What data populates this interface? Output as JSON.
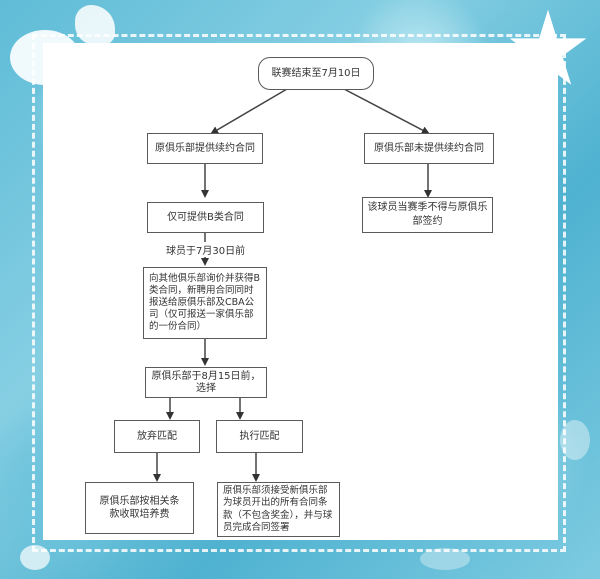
{
  "diagram": {
    "type": "flowchart",
    "nodes": {
      "start": "联赛结束至7月10日",
      "offer_renewal": "原俱乐部提供续约合同",
      "no_renewal": "原俱乐部未提供续约合同",
      "no_sign": "该球员当赛季不得与原俱乐部签约",
      "only_b": "仅可提供B类合同",
      "inquire": "向其他俱乐部询价并获得B类合同，新聘用合同同时报送给原俱乐部及CBA公司（仅可报送一家俱乐部的一份合同）",
      "choose": "原俱乐部于8月15日前，选择",
      "give_up": "放弃匹配",
      "match": "执行匹配",
      "training_fee": "原俱乐部按相关条款收取培养费",
      "accept_terms": "原俱乐部须接受新俱乐部为球员开出的所有合同条款（不包含奖金），并与球员完成合同签署"
    },
    "edge_labels": {
      "deadline_0730": "球员于7月30日前"
    },
    "edges": [
      [
        "start",
        "offer_renewal"
      ],
      [
        "start",
        "no_renewal"
      ],
      [
        "no_renewal",
        "no_sign"
      ],
      [
        "offer_renewal",
        "only_b"
      ],
      [
        "only_b",
        "inquire"
      ],
      [
        "inquire",
        "choose"
      ],
      [
        "choose",
        "give_up"
      ],
      [
        "choose",
        "match"
      ],
      [
        "give_up",
        "training_fee"
      ],
      [
        "match",
        "accept_terms"
      ]
    ]
  },
  "colors": {
    "background_accent": "#5fbcd7",
    "panel": "#ffffff",
    "node_border": "#5a5a5a",
    "text": "#333333"
  }
}
